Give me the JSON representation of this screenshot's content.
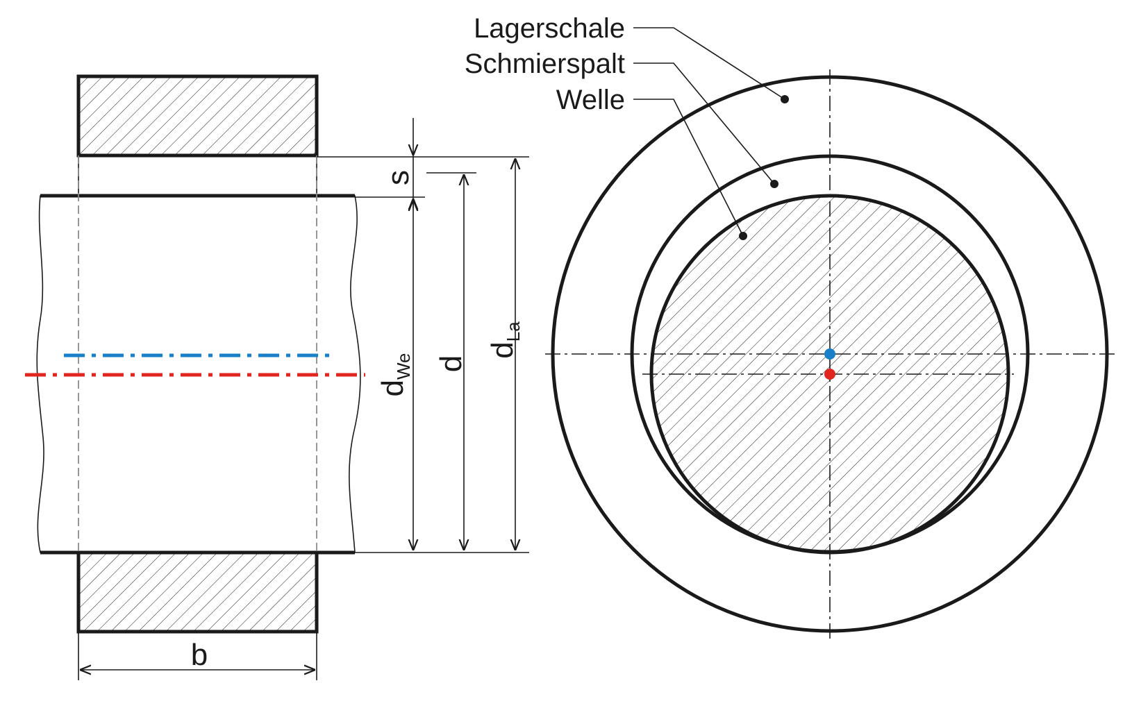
{
  "labels": {
    "lagerschale": "Lagerschale",
    "schmierspalt": "Schmierspalt",
    "welle": "Welle"
  },
  "dimensions": {
    "s": "s",
    "b": "b",
    "d": "d",
    "d_we_main": "d",
    "d_we_sub": "We",
    "d_la_main": "d",
    "d_la_sub": "La"
  },
  "colors": {
    "ink": "#1a1a1a",
    "bearing_center": "#1a7fc9",
    "shaft_center": "#e0261f",
    "hidden_line": "#8a8a8a"
  }
}
